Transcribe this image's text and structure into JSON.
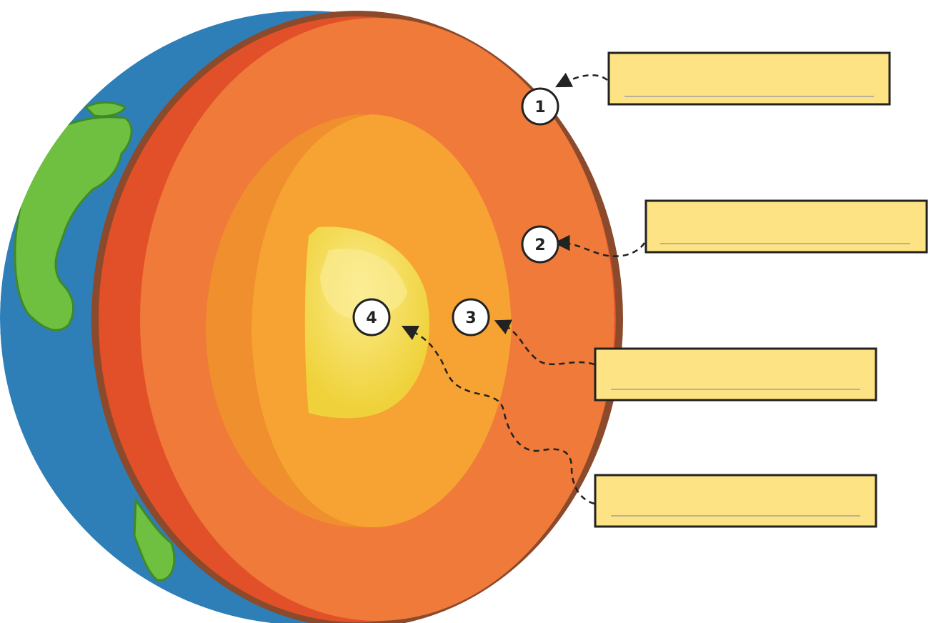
{
  "diagram": {
    "markers": [
      {
        "number": "1",
        "answer": ""
      },
      {
        "number": "2",
        "answer": ""
      },
      {
        "number": "3",
        "answer": ""
      },
      {
        "number": "4",
        "answer": ""
      }
    ]
  },
  "colors": {
    "ocean": "#2e7fb8",
    "land": "#6fc041",
    "crust": "#8b4a2b",
    "mantle": "#ef7a3a",
    "outer_core": "#f7a333",
    "inner_core": "#f1d63e",
    "label_fill": "#fde383",
    "label_border": "#222222"
  }
}
